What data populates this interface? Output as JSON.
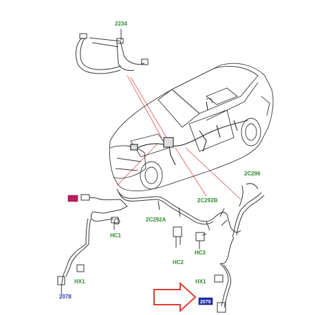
{
  "colors": {
    "callout_green": "#2f8a2f",
    "callout_blue": "#2a34b0",
    "leader_red": "#d9534f",
    "highlight_magenta": "#c2185b",
    "highlight_blue": "#1f2fa8",
    "arrow_red": "#e03a2f",
    "line_art": "#333333"
  },
  "callouts": {
    "c2234": "2234",
    "c2c296": "2C296",
    "c2c292b": "2C292B",
    "c2c292a": "2C292A",
    "hc1": "HC1",
    "hc2": "HC2",
    "hc3": "HC3",
    "hx1_left": "HX1",
    "hx1_right": "HX1",
    "c2078": "2078",
    "c2079": "2079"
  },
  "highlights": {
    "left_box_icon": "highlight-box",
    "right_box_icon": "highlight-box"
  },
  "pointer": {
    "icon": "red-outline-arrow"
  }
}
